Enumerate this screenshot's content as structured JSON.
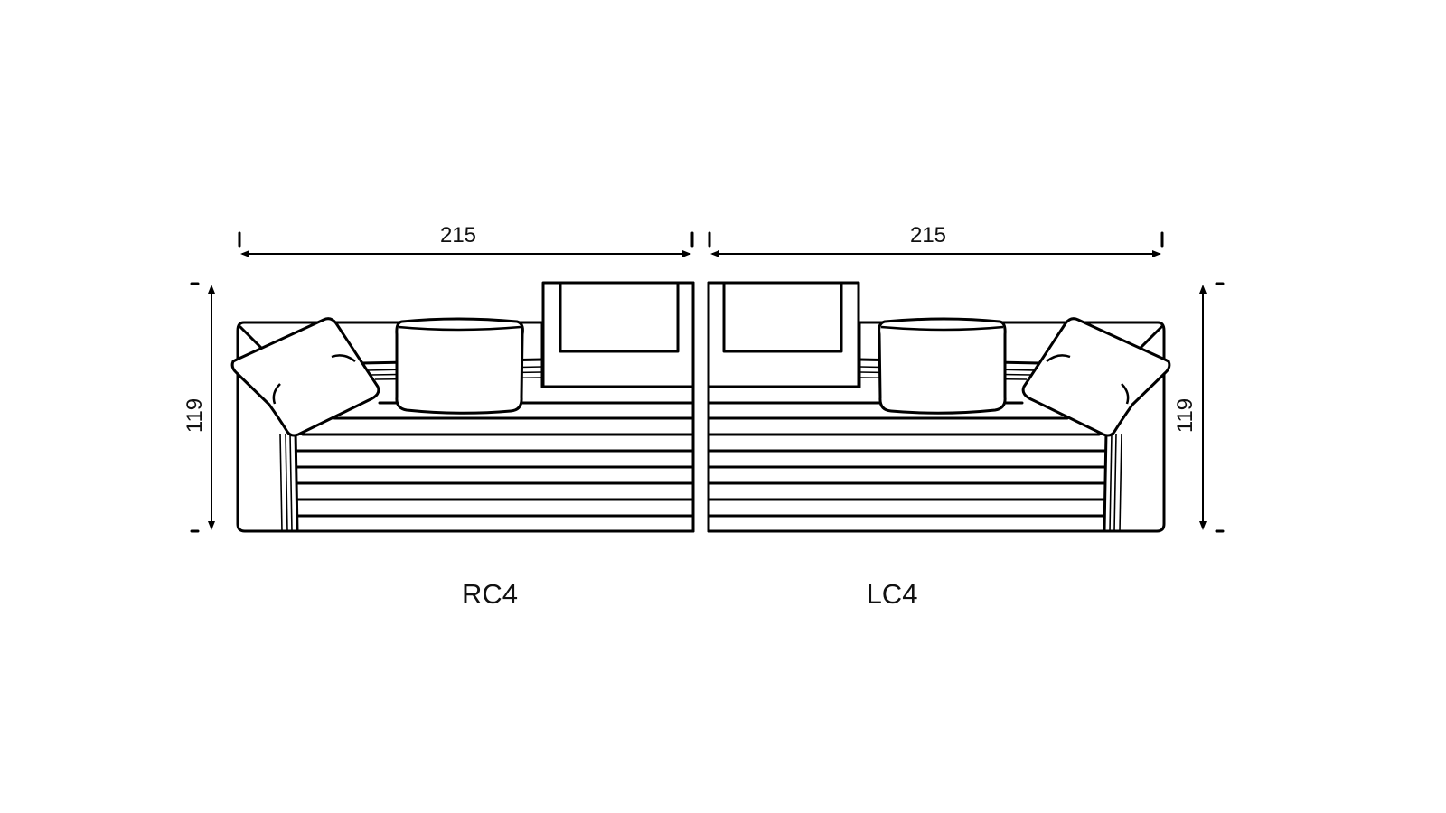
{
  "modules": [
    {
      "code": "RC4",
      "width": "215",
      "depth": "119"
    },
    {
      "code": "LC4",
      "width": "215",
      "depth": "119"
    }
  ],
  "colors": {
    "line": "#000000",
    "background": "#ffffff"
  }
}
